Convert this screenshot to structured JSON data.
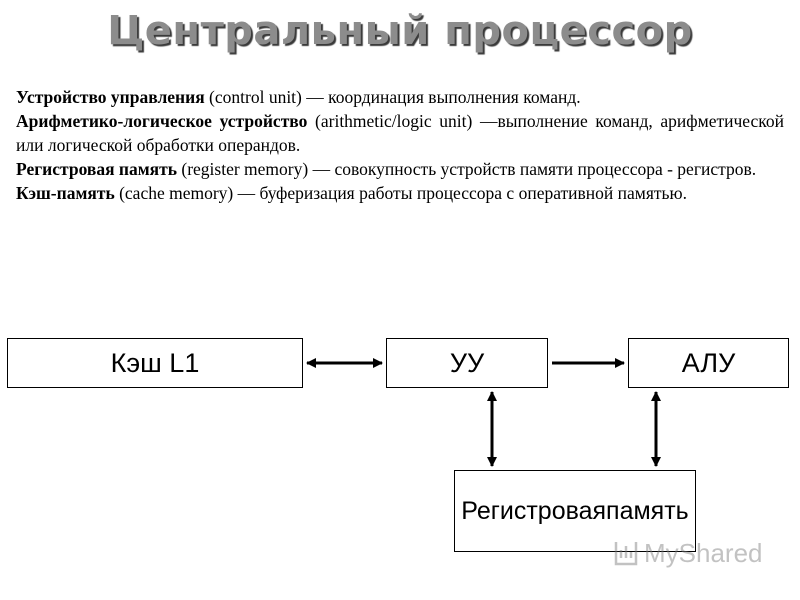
{
  "title": "Центральный процессор",
  "definitions": [
    {
      "term": "Устройство управления",
      "description": " (control unit) — координация выполнения команд."
    },
    {
      "term": "Арифметико-логическое устройство",
      "description": " (arithmetic/logic unit) —выполнение команд, арифметической или логической обработки операндов."
    },
    {
      "term": "Регистровая память",
      "description": " (register memory) — совокупность устройств памяти процессора - регистров."
    },
    {
      "term": "Кэш-память",
      "description": " (cache memory) — буферизация работы процессора с оперативной памятью."
    }
  ],
  "diagram": {
    "cache_l1": "Кэш L1",
    "control_unit": "УУ",
    "alu": "АЛУ",
    "register_line1": "Регистровая",
    "register_line2": "память"
  },
  "watermark": {
    "text": "MyShared"
  }
}
